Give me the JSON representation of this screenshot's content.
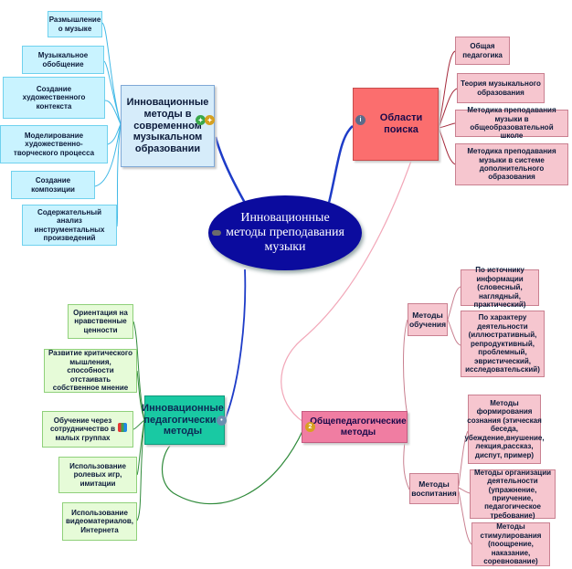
{
  "central": {
    "text": "Инновационные методы преподавания музыки"
  },
  "music_methods": {
    "title": "Инновационные методы в современном музыкальном образовании",
    "items": [
      "Размышление о музыке",
      "Музыкальное обобщение",
      "Создание художественного контекста",
      "Моделирование художественно-творческого процесса",
      "Создание композиции",
      "Содержательный анализ инструментальных произведений"
    ]
  },
  "search_areas": {
    "title": "Области поиска",
    "items": [
      "Общая педагогика",
      "Теория музыкального образования",
      "Методика преподавания музыки в общеобразовательной школе",
      "Методика преподавания музыки в системе дополнительного образования"
    ]
  },
  "ped_methods": {
    "title": "Инновационные педагогические методы",
    "items": [
      "Ориентация на нравственные ценности",
      "Развитие критического мышления, способности отстаивать собственное мнение",
      "Обучение через сотрудничество в малых группах",
      "Использование ролевых игр, имитации",
      "Использование видеоматериалов, Интернета"
    ]
  },
  "general_methods": {
    "title": "Общепедагогические методы",
    "teaching": {
      "title": "Методы обучения",
      "items": [
        "По источнику информации (словесный, наглядный, практический)",
        "По характеру деятельности (иллюстративный, репродуктивный, проблемный, эвристический, исследовательский)"
      ]
    },
    "upbringing": {
      "title": "Методы воспитания",
      "items": [
        "Методы формирования сознания (этическая беседа, убеждение,внушение, лекция,рассказ, диспут, пример)",
        "Методы организации деятельности (упражнение, приучение, педагогическое требование)",
        "Методы стимулирования (поощрение, наказание, соревнование)"
      ]
    }
  },
  "colors": {
    "central": "#0b0b9e",
    "blue_link": "#1e3cc8",
    "cyan_link": "#3fb8e6",
    "red_link": "#a52a3c",
    "pink_link": "#f2a7b8",
    "green_link": "#2f8a3a"
  },
  "icons": [
    "puzzle-icon",
    "grid-icon"
  ]
}
